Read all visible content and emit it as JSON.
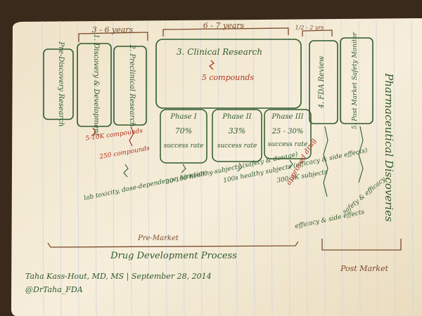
{
  "phases": {
    "pre_discovery": "Pre-Discovery Research",
    "discovery": "1. Discovery & Development",
    "preclinical": "2. Preclinical Research",
    "clinical": "3. Clinical Research",
    "fda": "4. FDA Review",
    "post_market": "5. Post Market Safety Monitor"
  },
  "durations": {
    "discovery_preclinical": "3 - 6 years",
    "clinical": "6 - 7 years",
    "fda": "1/2 - 2 yrs"
  },
  "clinical_compounds": "5 compounds",
  "trials": [
    {
      "name": "Phase I",
      "rate": "70%",
      "label": "success rate"
    },
    {
      "name": "Phase II",
      "rate": "33%",
      "label": "success rate"
    },
    {
      "name": "Phase III",
      "rate": "25 - 30%",
      "label": "success rate"
    }
  ],
  "compounds": {
    "discovery": "5-10K compounds",
    "preclinical": "250 compounds"
  },
  "notes": {
    "preclinical_tests": "lab toxicity, dose-dependence, kinetics, ...",
    "phase1": "20-100 healthy subjects (safety & dosage)",
    "phase2": "100s healthy subjects (efficacy & side effects)",
    "phase3": "300-3K subjects",
    "approved": "approved drug",
    "fda": "efficacy & side effects",
    "post_market": "safety & efficacy"
  },
  "labels": {
    "pre_market": "Pre-Market",
    "process": "Drug Development Process",
    "post_market": "Post Market",
    "side_title": "Pharmaceutical Discoveries",
    "author": "Taha Kass-Hout, MD, MS | September 28, 2014",
    "handle": "@DrTaha_FDA"
  },
  "colors": {
    "green_ink": "#2f5a2c",
    "red_ink": "#b2331e",
    "brown_ink": "#7a4a2a",
    "paper": "#f3ead6",
    "rule_lines": "#cfd6dc",
    "cover": "#3a2a1c"
  }
}
